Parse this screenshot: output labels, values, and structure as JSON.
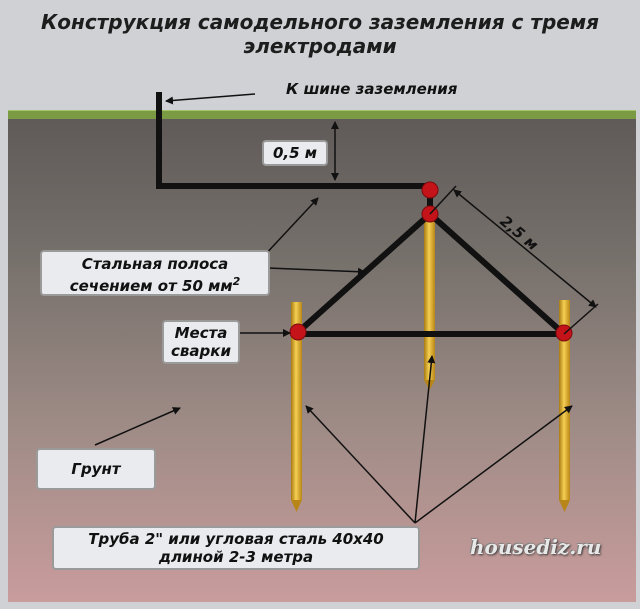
{
  "title": {
    "line1": "Конструкция самодельного заземления с тремя",
    "line2": "электродами"
  },
  "labels": {
    "bus": "К шине заземления",
    "depth": "0,5 м",
    "side": "2,5 м",
    "strip_line1": "Стальная полоса",
    "strip_line2": "сечением от 50 мм",
    "strip_sup": "2",
    "weld_line1": "Места",
    "weld_line2": "сварки",
    "soil": "Грунт",
    "pipe_line1": "Труба 2\" или угловая сталь 40х40",
    "pipe_line2": "длиной 2-3 метра"
  },
  "watermark": "housediz.ru",
  "colors": {
    "grass": "#7a9a44",
    "electrode": "#e2b02c",
    "weld": "#c4141a",
    "strip": "#111111"
  }
}
